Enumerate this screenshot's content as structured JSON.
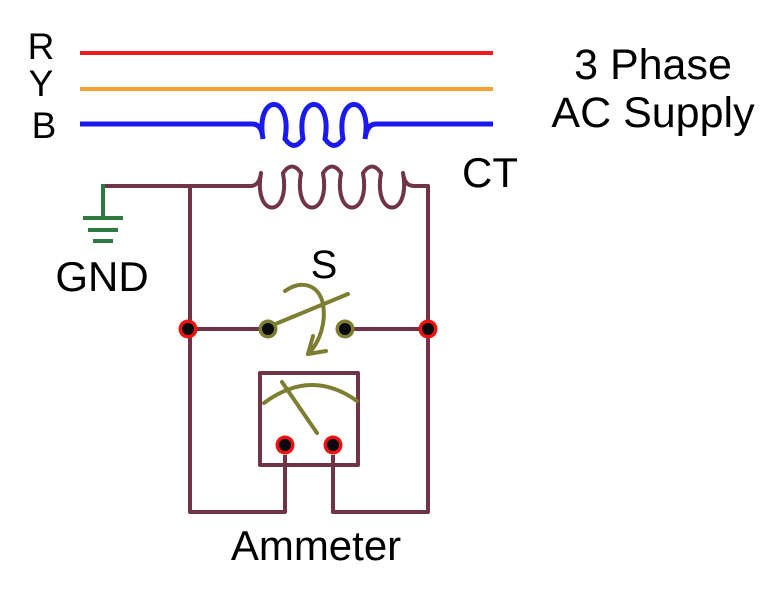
{
  "diagram": {
    "type": "circuit-diagram",
    "description": "Current transformer (CT) with switch and ammeter connected across a 3 phase AC supply",
    "phase_labels": {
      "r": "R",
      "y": "Y",
      "b": "B"
    },
    "supply_label": {
      "line1": "3 Phase",
      "line2": "AC Supply"
    },
    "component_labels": {
      "ct": "CT",
      "ground": "GND",
      "switch": "S",
      "ammeter": "Ammeter"
    }
  },
  "colors": {
    "phase_r": "#ee1c1c",
    "phase_y": "#f5a033",
    "phase_b": "#1a1aee",
    "wire": "#713447",
    "switch": "#7e7e33",
    "ground": "#2c7a3f",
    "terminal_ring_red": "#ee1111",
    "terminal_core": "#0a0a0a",
    "text": "#000000",
    "background": "#ffffff"
  }
}
